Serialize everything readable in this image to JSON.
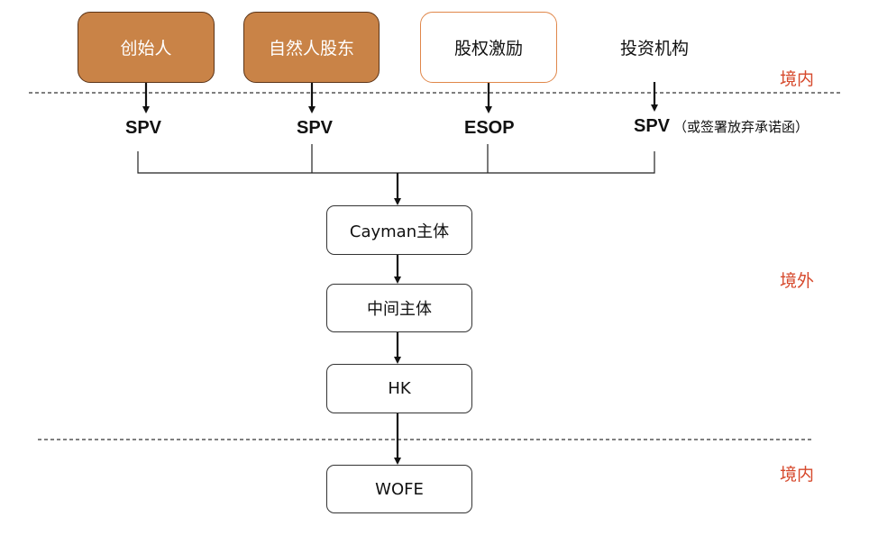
{
  "holders": [
    {
      "label": "创始人",
      "style": "filled"
    },
    {
      "label": "自然人股东",
      "style": "filled"
    },
    {
      "label": "股权激励",
      "style": "outlined"
    },
    {
      "label": "投资机构",
      "style": "plain"
    }
  ],
  "vehicles": [
    {
      "label": "SPV",
      "note": ""
    },
    {
      "label": "SPV",
      "note": ""
    },
    {
      "label": "ESOP",
      "note": ""
    },
    {
      "label": "SPV",
      "note": "（或签署放弃承诺函）"
    }
  ],
  "chain": [
    "Cayman主体",
    "中间主体",
    "HK",
    "WOFE"
  ],
  "zones": {
    "top": "境内",
    "middle": "境外",
    "bottom": "境内"
  },
  "colors": {
    "filled_box": "#c98347",
    "outline_accent": "#e0874a",
    "zone_text": "#d6492c"
  }
}
